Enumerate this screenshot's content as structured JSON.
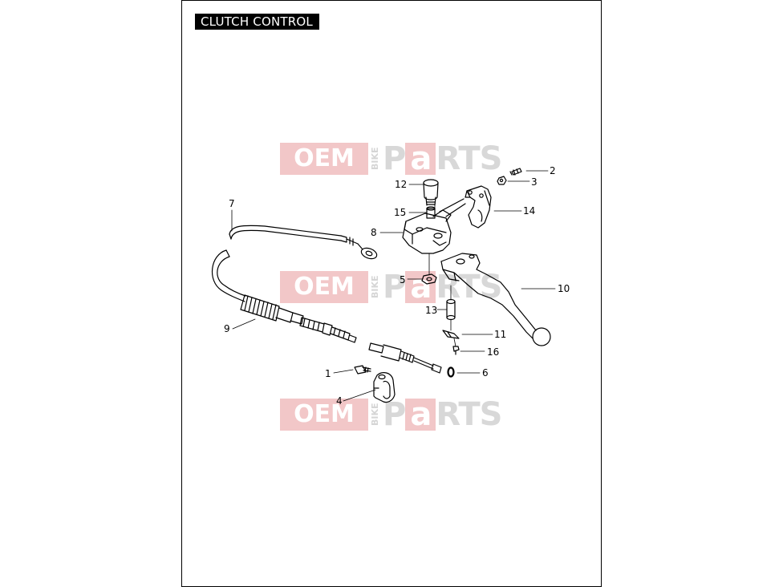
{
  "title": "CLUTCH CONTROL",
  "watermark": {
    "left": "OEM",
    "middle": "BIKE",
    "right_pre": "P",
    "right_highlight": "a",
    "right_post": "RTS"
  },
  "callouts": {
    "c1": "1",
    "c2": "2",
    "c3": "3",
    "c4": "4",
    "c5": "5",
    "c6": "6",
    "c7": "7",
    "c8": "8",
    "c9": "9",
    "c10": "10",
    "c11": "11",
    "c12": "12",
    "c13": "13",
    "c14": "14",
    "c15": "15",
    "c16": "16"
  }
}
